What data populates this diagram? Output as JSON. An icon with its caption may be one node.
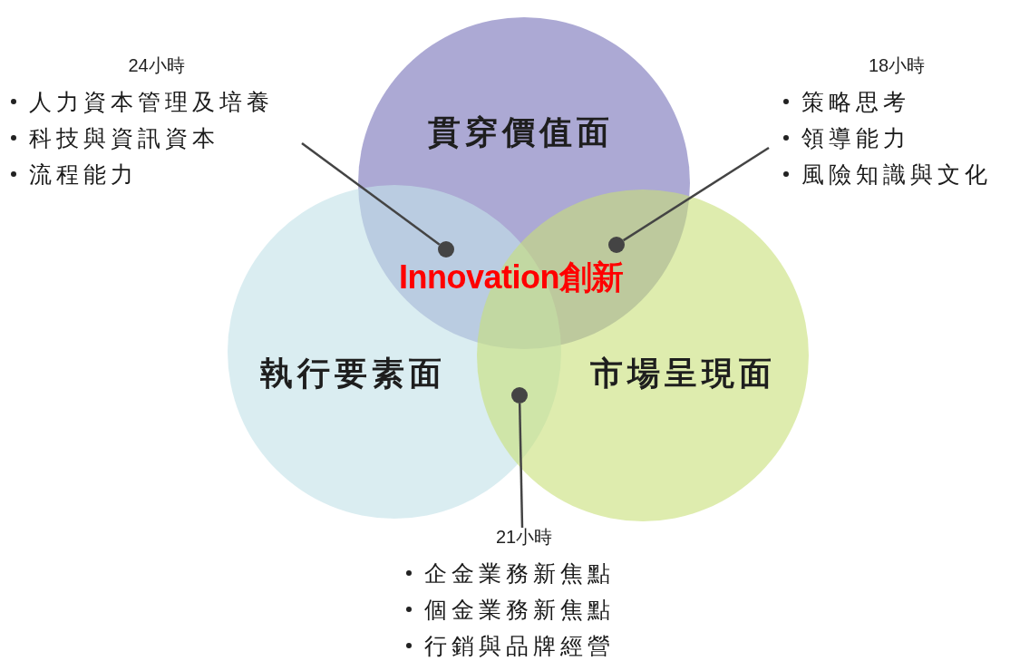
{
  "diagram": {
    "nodes": [
      {
        "text": [
          "貫穿價值面"
        ]
      },
      {
        "text": [
          "執行要素面"
        ]
      },
      {
        "text": [
          "市場呈現面"
        ]
      },
      {
        "text": [
          "24小時",
          "人力資本管理及培養",
          "科技與資訊資本",
          "流程能力"
        ]
      },
      {
        "text": [
          "18小時",
          "策略思考",
          "領導能力",
          "風險知識與文化"
        ]
      },
      {
        "text": [
          "21小時",
          "企金業務新焦點",
          "個金業務新焦點",
          "行銷與品牌經營"
        ]
      },
      {
        "text": [],
        "shape": "circle"
      },
      {
        "text": [],
        "shape": "circle"
      },
      {
        "text": [],
        "shape": "circle"
      }
    ],
    "edges": [
      {
        "from": 3,
        "to": 6,
        "arrow": "none"
      },
      {
        "from": 4,
        "to": 7,
        "arrow": "none"
      },
      {
        "from": 5,
        "to": 8,
        "arrow": "none"
      }
    ],
    "labels": [
      "Innovation創新"
    ]
  }
}
